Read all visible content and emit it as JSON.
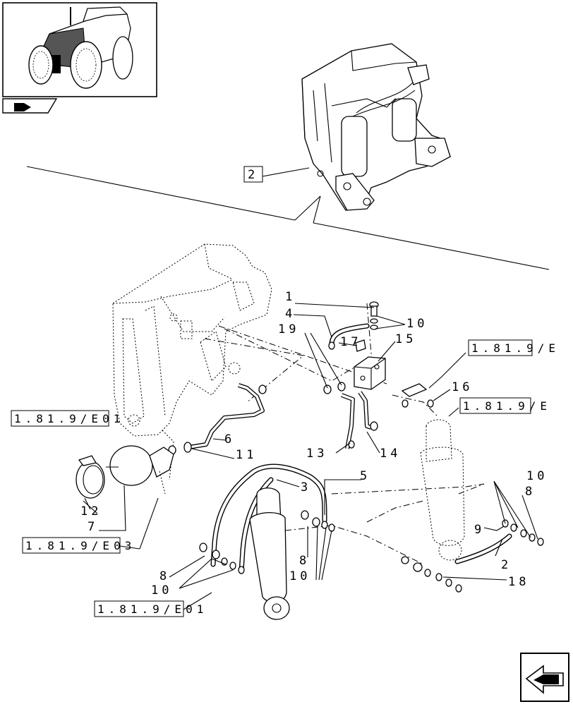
{
  "callouts": {
    "c1": "1",
    "c2": "2",
    "c2b": "2",
    "c3": "3",
    "c4": "4",
    "c5": "5",
    "c6": "6",
    "c7": "7",
    "c8a": "8",
    "c8b": "8",
    "c8c": "8",
    "c9": "9",
    "c10a": "10",
    "c10b": "10",
    "c10c": "10",
    "c10d": "10",
    "c11": "11",
    "c12": "12",
    "c13": "13",
    "c14": "14",
    "c15": "15",
    "c16": "16",
    "c17": "17",
    "c18": "18",
    "c19": "19"
  },
  "references": {
    "r1": "1.81.9/E",
    "r2": "1.81.9/E",
    "r3": "1.81.9/E01",
    "r4": "1.81.9/E03",
    "r5": "1.81.9/E01"
  },
  "icons": [
    "tractor-thumbnail-icon",
    "catalog-arrow-icon",
    "next-page-arrow-icon"
  ]
}
